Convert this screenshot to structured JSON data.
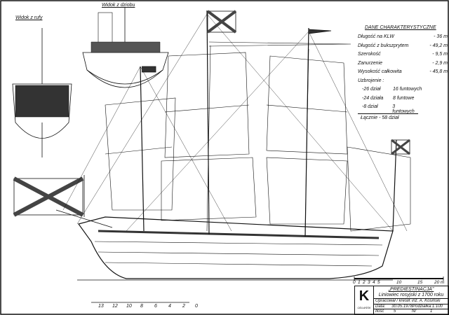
{
  "views": {
    "stern_label": "Widok z rufy",
    "bow_label": "Widok z dziobu"
  },
  "specs": {
    "heading": "DANE CHARAKTERYSTYCZNE",
    "rows": [
      {
        "label": "Długość na KLW",
        "value": "- 36 m"
      },
      {
        "label": "Długość z bukszprytem",
        "value": "- 49,2 m"
      },
      {
        "label": "Szerokość",
        "value": "- 9,5 m"
      },
      {
        "label": "Zanurzenie",
        "value": "- 2,9 m"
      },
      {
        "label": "Wysokość całkowita",
        "value": "- 45,8 m"
      }
    ],
    "armament_heading": "Uzbrojenie :",
    "armament": [
      {
        "count": "-26 dział",
        "caliber": "16 funtowych"
      },
      {
        "count": "-24 działa",
        "caliber": "8 funtowe"
      },
      {
        "count": "-8 dział",
        "caliber": "3 funtowych"
      }
    ],
    "total": "Łącznie - 58 dział"
  },
  "scale_bar": {
    "ticks": [
      "0",
      "1",
      "2",
      "3",
      "4",
      "5",
      "10",
      "15",
      "20 m"
    ]
  },
  "frame_numbers": [
    "13",
    "12",
    "10",
    "8",
    "6",
    "4",
    "2",
    "0"
  ],
  "title_block": {
    "title": "„PREDIESTINACJA”",
    "subtitle": "Liniowiec rosyjski z 1700 roku",
    "author_label": "Opracował / kreślił:",
    "author": "inż. A. Kosiński",
    "date_label": "Data:",
    "date": "30.05.1978",
    "scale_label": "Podziałka:",
    "scale": "1:100",
    "sheets_label": "Ilość arkuszy:",
    "sheets": "5",
    "sheet_no_label": "Nr arkusza:",
    "sheet_no": "1",
    "logo_caption": "ODLAŃSK"
  },
  "colors": {
    "ink": "#111111",
    "paper": "#ffffff"
  }
}
